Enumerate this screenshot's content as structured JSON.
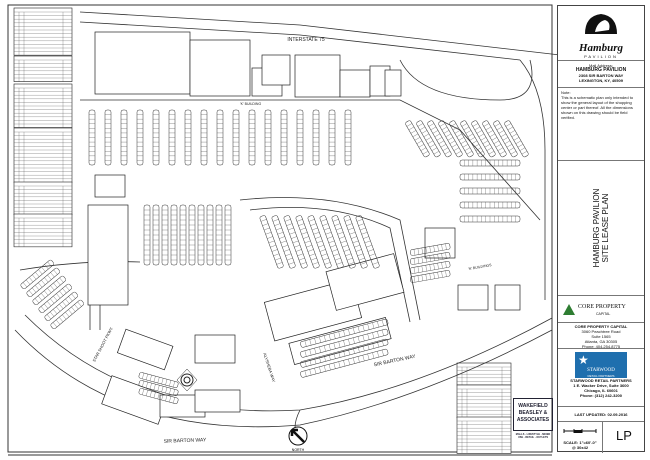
{
  "plan": {
    "road_labels": {
      "interstate": "INTERSTATE 75",
      "sir_barton_upper": "SIR BARTON WAY",
      "sir_barton_lower": "SIR BARTON WAY",
      "star_shoot": "STAR SHOOT PKWY.",
      "alysheba": "ALYSHEBA WAY"
    },
    "building_labels": {
      "k_building": "'K' BUILDING",
      "n_buildings": "'N' BUILDINGS"
    },
    "north_label": "NORTH"
  },
  "panel": {
    "logo": {
      "name": "Hamburg",
      "sub": "PAVILION"
    },
    "mail_address_label": "Mail Address:",
    "mail_name": "HAMBURG PAVILION",
    "mail_street": "2308 SIR BARTON WAY",
    "mail_city": "LEXINGTON, KY, 40509",
    "note_label": "Note:",
    "note_text": "This is a schematic plan only intended to show the general layout of the shopping center or part thereof. All the dimensions shown on this drawing should be field verified.",
    "title_line1": "HAMBURG PAVILION",
    "title_line2": "SITE LEASE PLAN",
    "core": {
      "name": "CORE PROPERTY",
      "sub": "CAPITAL",
      "addr1": "CORE PROPERTY CAPITAL",
      "addr2": "3060 Peachtree Road",
      "addr3": "Suite 1565",
      "addr4": "Atlanta, GA 30305",
      "addr5": "Phone: 404.254.8775"
    },
    "starwood": {
      "name": "STARWOOD",
      "sub": "RETAIL PARTNERS",
      "addr1": "STARWOOD RETAIL PARTNERS",
      "addr2": "1 E. Wacker Drive, Suite 3600",
      "addr3": "Chicago, IL 60601",
      "addr4": "Phone: (312) 242-3200"
    },
    "last_updated": "LAST UPDATED: 02.09.2016",
    "scale": "SCALE: 1\"=60'-0\"",
    "scale_sub": "@ 30x42",
    "sheet": "LP"
  },
  "broker": {
    "line1": "WAKEFIELD",
    "line2": "BEASLEY &",
    "line3": "ASSOCIATES",
    "tagline": "MALLS · LIFESTYLE · MIXED USE · RETAIL · OUTLETS"
  },
  "colors": {
    "line": "#222222",
    "core_green": "#2e7d32",
    "starwood_blue": "#1f6fae",
    "broker_navy": "#223344"
  }
}
